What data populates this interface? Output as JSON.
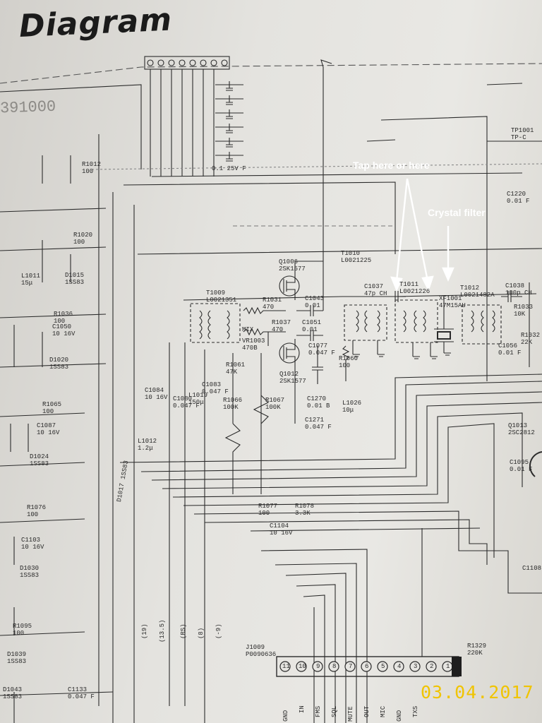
{
  "header": {
    "title": "Diagram",
    "doc_number": "391000"
  },
  "annotations": {
    "tap": "Tap here or here",
    "filter": "Crystal filter"
  },
  "timestamp": "03.04.2017",
  "components": {
    "q1006": "Q1006\n2SK1577",
    "q1012": "Q1012\n2SK1577",
    "t1010": "T1010\nL0021225",
    "t1009": "T1009\nL0021351",
    "t1011": "T1011\nL0021226",
    "xf1001": "XF1001\n47M15AU",
    "t1012": "T1012\nL0021482A",
    "c1038": "C1038\n100p CH",
    "r1031": "R1031\n470",
    "c1043": "C1043\n0.01",
    "r1037": "R1037\n470",
    "c1051": "C1051\n0.01",
    "vr1003": "VR1003\n470B",
    "mix": "MIX",
    "c1037": "C1037\n47p CH",
    "c1077": "C1077\n0.047 F",
    "r1060": "R1060\n100",
    "c1270": "C1270\n0.01 B",
    "c1271": "C1271\n0.047 F",
    "l1026": "L1026\n10μ",
    "r1061": "R1061\n47K",
    "c1083": "C1083\n0.047 F",
    "r1066": "R1066\n100K",
    "r1067": "R1067\n100K",
    "l1019": "L1019\n150μ",
    "c1080": "C1080\n0.047 F",
    "c1084": "C1084\n10 16V",
    "l1012": "L1012\n1.2μ",
    "d1017": "D1017 1SS83",
    "r1077": "R1077\n100",
    "r1078": "R1078\n3.3K",
    "c1104": "C1104\n10 16V",
    "j1009": "J1009\nP0090636",
    "r1329": "R1329\n220K",
    "c1133": "C1133\n0.047 F",
    "q1013": "Q1013\n2SC2812",
    "c1095": "C1095\n0.01 F",
    "c1056": "C1056\n0.01 F",
    "r1033": "R1033\n10K",
    "r1032": "R1032\n22K",
    "tp1001": "TP1001\nTP-C",
    "c1220": "C1220\n0.01 F",
    "c1108": "C1108",
    "r1036": "R1036\n100",
    "c1050": "C1050\n10 16V",
    "d1020": "D1020\n1SS83",
    "d1015": "D1015\n1SS83",
    "r1065": "R1065\n100",
    "c1087": "C1087\n10 16V",
    "d1024": "D1024\n1SS83",
    "r1076": "R1076\n100",
    "c1103": "C1103\n10 16V",
    "d1030": "D1030\n1SS83",
    "r1095": "R1095\n100",
    "d1039": "D1039\n1SS83",
    "d1043": "D1043\n1SS83",
    "l1011": "L1011\n15μ",
    "r1020": "R1020\n100",
    "r1012": "R1012\n100",
    "cap_stack": "0.1 25V F"
  },
  "net_labels": [
    "(19)",
    "(13.5)",
    "(RS)",
    "(8)",
    "(-9)"
  ],
  "connector_pins": [
    "GND",
    "IN",
    "FMS",
    "SQL",
    "MUTE",
    "OUT",
    "MIC",
    "GND",
    "TXS"
  ],
  "pin_numbers": [
    "11",
    "10",
    "9",
    "8",
    "7",
    "6",
    "5",
    "4",
    "3",
    "2",
    "1"
  ]
}
